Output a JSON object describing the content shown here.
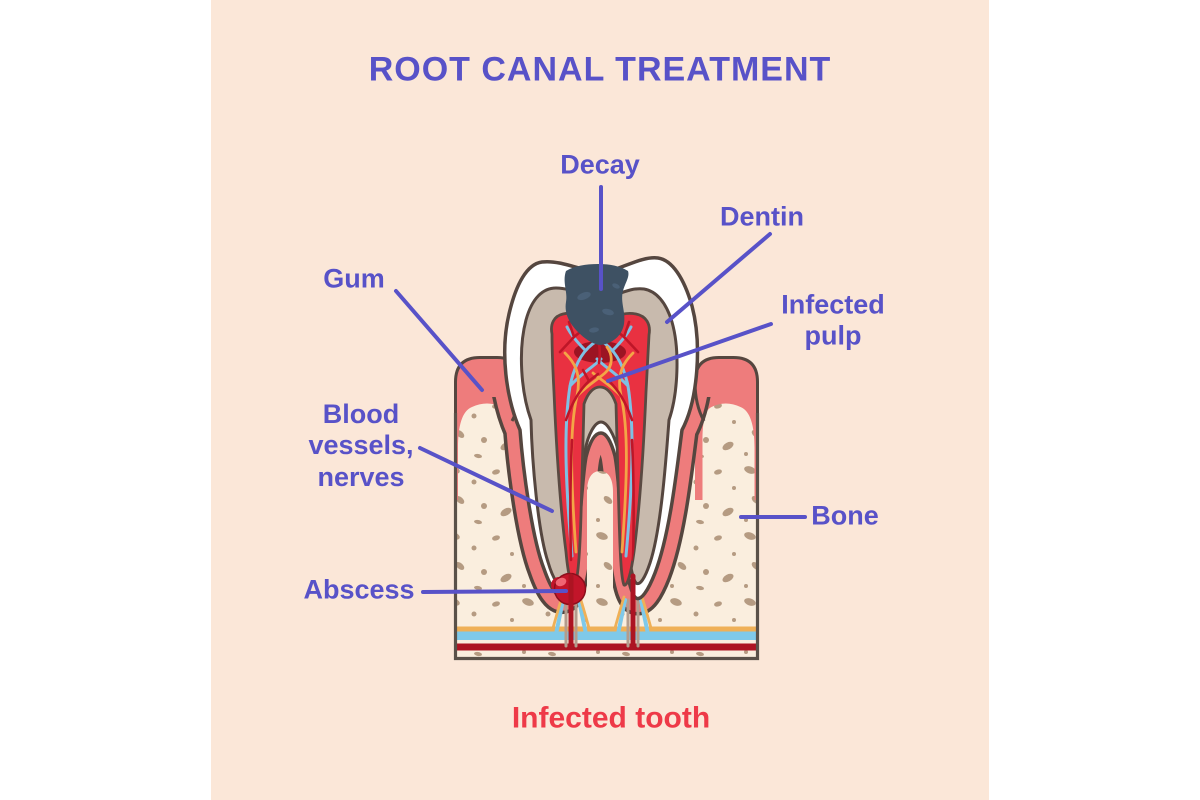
{
  "title": {
    "text": "ROOT CANAL TREATMENT"
  },
  "caption": {
    "text": "Infected tooth"
  },
  "labels": {
    "decay": "Decay",
    "dentin": "Dentin",
    "gum": "Gum",
    "infected_pulp": "Infected pulp",
    "blood_vessels_nerves": "Blood vessels, nerves",
    "bone": "Bone",
    "abscess": "Abscess"
  },
  "colors": {
    "panel_background": "#fbe7d8",
    "label_text": "#5852c8",
    "leader_line": "#5852c8",
    "caption_text": "#ee3a48",
    "gum_pink": "#ee7c7c",
    "pulp_red": "#e93141",
    "dentin_tan": "#c8baad",
    "enamel_white": "#ffffff",
    "decay_dark": "#3e5163",
    "bone_fill": "#faeede",
    "bone_speckle": "#b59b82",
    "outline_dark": "#55463f",
    "vessel_blue": "#7fc0e4",
    "vessel_orange": "#f3a546",
    "vessel_dark_red": "#be1628",
    "nerve_stripe_blue": "#7fc9e9",
    "nerve_stripe_orange": "#efb057",
    "nerve_stripe_crimson": "#ac1422",
    "abscess_red": "#c2152a"
  }
}
